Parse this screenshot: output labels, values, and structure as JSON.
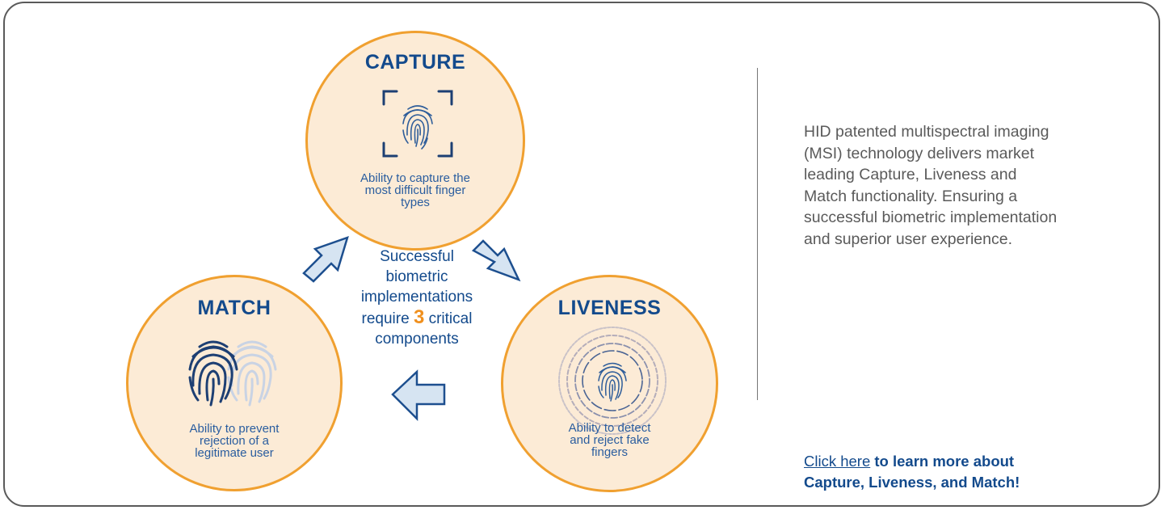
{
  "capture": {
    "title": "CAPTURE",
    "description_lines": [
      "Ability to capture the",
      "most difficult finger",
      "types"
    ],
    "icon": "fingerprint-in-frame-icon"
  },
  "liveness": {
    "title": "LIVENESS",
    "description_lines": [
      "Ability to detect",
      "and reject fake",
      "fingers"
    ],
    "icon": "fingerprint-rings-icon"
  },
  "match": {
    "title": "MATCH",
    "description_lines": [
      "Ability to prevent",
      "rejection of a",
      "legitimate user"
    ],
    "icon": "double-fingerprint-icon"
  },
  "center": {
    "line1": "Successful",
    "line2": "biometric",
    "line3": "implementations",
    "line4_pre": "require",
    "number": "3",
    "line4_post": "critical",
    "line5": "components"
  },
  "side_text": "HID patented multispectral imaging  (MSI) technology delivers market leading Capture, Liveness and Match functionality. Ensuring a successful biometric implementation and superior user experience.",
  "cta": {
    "link_text": "Click here",
    "rest_line1": " to learn more about",
    "line2": "Capture, Liveness, and Match!"
  },
  "colors": {
    "circle_border": "#f0a030",
    "circle_fill": "#fcebd6",
    "title_blue": "#134a8c",
    "arrow_fill": "#d6e4f2",
    "number_orange": "#f0901e"
  }
}
